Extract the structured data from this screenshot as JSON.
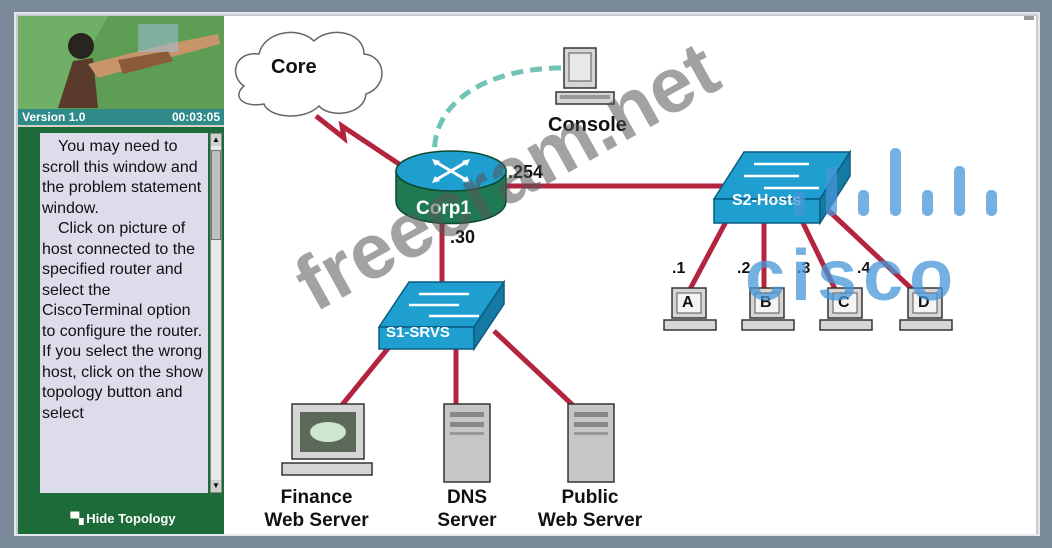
{
  "sidebar": {
    "version": "Version 1.0",
    "timer": "00:03:05",
    "paragraphs": [
      "You may need to scroll this window and the problem statement window.",
      "Click on picture of host connected to the specified router and select the CiscoTerminal option to configure the router. If you select the wrong host, click on the show topology button and select"
    ],
    "hide_topology": "Hide Topology"
  },
  "diagram": {
    "core": "Core",
    "console": "Console",
    "router": "Corp1",
    "router_ip_right": ".254",
    "router_ip_down": ".30",
    "switch1": "S1-SRVS",
    "switch2": "S2-Hosts",
    "hosts": [
      {
        "ip": ".1",
        "label": "A"
      },
      {
        "ip": ".2",
        "label": "B"
      },
      {
        "ip": ".3",
        "label": "C"
      },
      {
        "ip": ".4",
        "label": "D"
      }
    ],
    "servers": [
      {
        "line1": "Finance",
        "line2": "Web Server"
      },
      {
        "line1": "DNS",
        "line2": "Server"
      },
      {
        "line1": "Public",
        "line2": "Web Server"
      }
    ]
  },
  "watermark": "freecram.net",
  "brand": "cisco",
  "colors": {
    "link": "#b3243e",
    "console_link": "#6fc4b4",
    "device_teal": "#1e9fd0",
    "router_green": "#1f7a54"
  }
}
